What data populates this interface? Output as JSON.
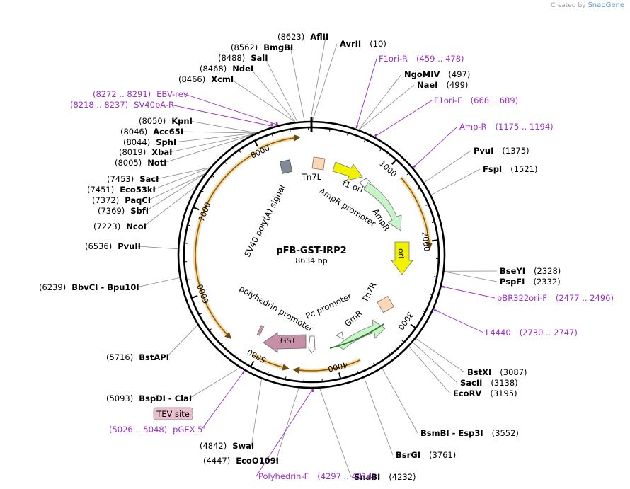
{
  "watermark": {
    "prefix": "Created by",
    "brand": "SnapGene"
  },
  "plasmid": {
    "name": "pFB-GST-IRP2",
    "length": 8634,
    "length_label": "8634 bp"
  },
  "ticks": [
    {
      "label": "1000"
    },
    {
      "label": "2000"
    },
    {
      "label": "3000"
    },
    {
      "label": "4000"
    },
    {
      "label": "5000"
    },
    {
      "label": "6000"
    },
    {
      "label": "7000"
    },
    {
      "label": "8000"
    }
  ],
  "sites": [
    {
      "pos": "(8623)",
      "name": "AflII"
    },
    {
      "pos": "(8562)",
      "name": "BmgBI"
    },
    {
      "pos": "(8488)",
      "name": "SalI"
    },
    {
      "pos": "(8468)",
      "name": "NdeI"
    },
    {
      "pos": "(8466)",
      "name": "XcmI"
    },
    {
      "pos": "(8050)",
      "name": "KpnI"
    },
    {
      "pos": "(8046)",
      "name": "Acc65I"
    },
    {
      "pos": "(8044)",
      "name": "SphI"
    },
    {
      "pos": "(8019)",
      "name": "XbaI"
    },
    {
      "pos": "(8005)",
      "name": "NotI"
    },
    {
      "pos": "(7453)",
      "name": "SacI"
    },
    {
      "pos": "(7451)",
      "name": "Eco53kI"
    },
    {
      "pos": "(7372)",
      "name": "PaqCI"
    },
    {
      "pos": "(7369)",
      "name": "SbfI"
    },
    {
      "pos": "(7223)",
      "name": "NcoI"
    },
    {
      "pos": "(6536)",
      "name": "PvuII"
    },
    {
      "pos": "(6239)",
      "name": "BbvCI  - Bpu10I"
    },
    {
      "pos": "(5716)",
      "name": "BstAPI"
    },
    {
      "pos": "(5093)",
      "name": "BspDI  - ClaI"
    },
    {
      "pos": "(4842)",
      "name": "SwaI"
    },
    {
      "pos": "(4447)",
      "name": "EcoO109I"
    },
    {
      "pos": "(4232)",
      "name": "SnaBI"
    },
    {
      "pos": "(3761)",
      "name": "BsrGI"
    },
    {
      "pos": "(3552)",
      "name": "BsmBI  - Esp3I"
    },
    {
      "pos": "(3195)",
      "name": "EcoRV"
    },
    {
      "pos": "(3138)",
      "name": "SacII"
    },
    {
      "pos": "(3087)",
      "name": "BstXI"
    },
    {
      "pos": "(2332)",
      "name": "PspFI"
    },
    {
      "pos": "(2328)",
      "name": "BseYI"
    },
    {
      "pos": "(1521)",
      "name": "FspI"
    },
    {
      "pos": "(1375)",
      "name": "PvuI"
    },
    {
      "pos": "(499)",
      "name": "NaeI"
    },
    {
      "pos": "(497)",
      "name": "NgoMIV"
    },
    {
      "pos": "(10)",
      "name": "AvrII"
    }
  ],
  "primers": [
    {
      "label": "F1ori-R",
      "range": "(459 .. 478)"
    },
    {
      "label": "F1ori-F",
      "range": "(668 .. 689)"
    },
    {
      "label": "Amp-R",
      "range": "(1175 .. 1194)"
    },
    {
      "label": "pBR322ori-F",
      "range": "(2477 .. 2496)"
    },
    {
      "label": "L4440",
      "range": "(2730 .. 2747)"
    },
    {
      "label": "Polyhedrin-F",
      "range": "(4297 .. 4314)"
    },
    {
      "label": "pGEX 5'",
      "range": "(5026 .. 5048)"
    },
    {
      "label": "SV40pA-R",
      "range": "(8218 .. 8237)"
    },
    {
      "label": "EBV-rev",
      "range": "(8272 .. 8291)"
    }
  ],
  "features": {
    "tn7l": "Tn7L",
    "f1_ori": "f1 ori",
    "ampr_promoter": "AmpR promoter",
    "ampr": "AmpR",
    "ori": "ori",
    "tn7r": "Tn7R",
    "gmr": "GmR",
    "pc_promoter": "Pc promoter",
    "polyhedrin_promoter": "polyhedrin promoter",
    "gst": "GST",
    "sv40": "SV40 poly(A) signal",
    "tev_site": "TEV site"
  },
  "colors": {
    "site_text": "#000000",
    "primer": "#9b30c8",
    "backbone": "#000000",
    "orf_arc": "#e0a030",
    "f1_ori": "#f2f200",
    "ori": "#f2f200",
    "ampr": "#c8f5c8",
    "gmr": "#c8f5c8",
    "tn7": "#f8d8b8",
    "sv40": "#808a94",
    "gst": "#c890a8",
    "tev": "#e8bfcc"
  }
}
